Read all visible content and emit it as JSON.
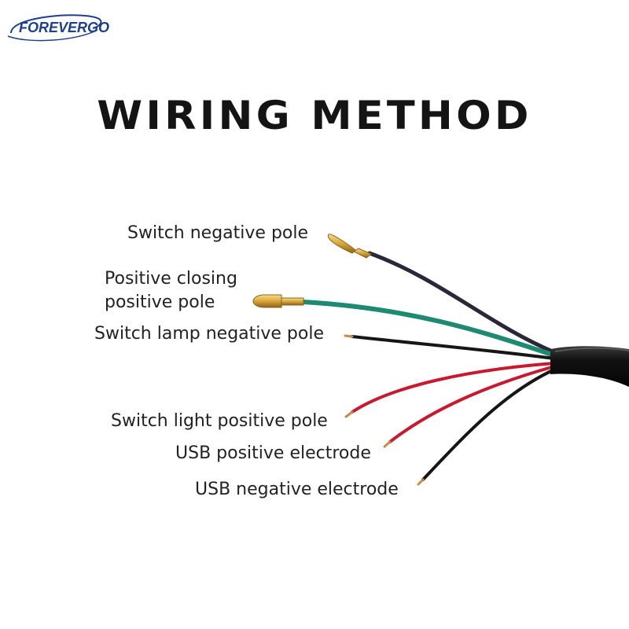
{
  "brand": {
    "name": "FOREVERGO",
    "color": "#1d3f8f"
  },
  "title": "WIRING METHOD",
  "wires": [
    {
      "label_lines": [
        "Switch negative pole"
      ],
      "color": "#2a2838",
      "terminal": "bullet"
    },
    {
      "label_lines": [
        "Positive closing",
        "positive pole"
      ],
      "color": "#1f8a72",
      "terminal": "bullet"
    },
    {
      "label_lines": [
        "Switch lamp negative pole"
      ],
      "color": "#161616",
      "terminal": "bare"
    },
    {
      "label_lines": [
        "Switch light positive pole"
      ],
      "color": "#c8192f",
      "terminal": "bare"
    },
    {
      "label_lines": [
        "USB positive electrode"
      ],
      "color": "#c8192f",
      "terminal": "bare"
    },
    {
      "label_lines": [
        "USB negative electrode"
      ],
      "color": "#161616",
      "terminal": "bare"
    }
  ]
}
